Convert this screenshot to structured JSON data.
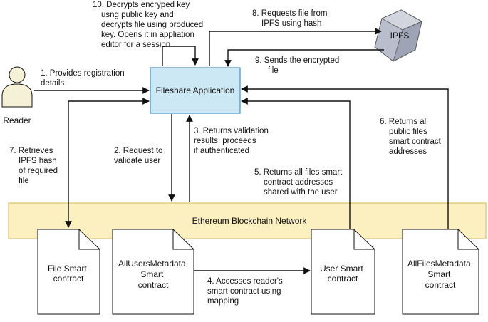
{
  "actor": {
    "label": "Reader"
  },
  "app": {
    "label": "Fileshare Application"
  },
  "ipfs": {
    "label": "IPFS"
  },
  "blockchain": {
    "label": "Ethereum Blockchain Network"
  },
  "docs": {
    "file_contract": [
      "File Smart",
      "contract"
    ],
    "all_users_metadata": [
      "AllUsersMetadata",
      "Smart",
      "contract"
    ],
    "user_contract": [
      "User Smart",
      "contract"
    ],
    "all_files_metadata": [
      "AllFilesMetadata",
      "Smart",
      "contract"
    ]
  },
  "steps": {
    "s1": [
      "1. Provides registration",
      "details"
    ],
    "s2": [
      "2. Request to",
      "validate user"
    ],
    "s3": [
      "3. Returns validation",
      "results, proceeds",
      "if authenticated"
    ],
    "s4": [
      "4. Accesses reader's",
      "smart contract using",
      "mapping"
    ],
    "s5": [
      "5. Returns all files smart",
      "contract addresses",
      "shared with the user"
    ],
    "s6": [
      "6. Returns all",
      "public files",
      "smart contract",
      "addresses"
    ],
    "s7": [
      "7. Retrieves",
      "IPFS hash",
      "of required",
      "file"
    ],
    "s8": [
      "8. Requests file from",
      "IPFS using hash"
    ],
    "s9": [
      "9. Sends the encrypted",
      "file"
    ],
    "s10": [
      "10. Decrypts encryped key",
      "usng public key and",
      "decrypts file using produced",
      "key. Opens it in appliation",
      "editor for a session"
    ]
  },
  "colors": {
    "app_fill": "#cce8f4",
    "app_stroke": "#4a90b8",
    "blockchain_fill": "#fdf0c0",
    "blockchain_stroke": "#d6b656",
    "actor_fill": "#f5f1d6",
    "ipfs_fill": "#b9bdcc"
  }
}
